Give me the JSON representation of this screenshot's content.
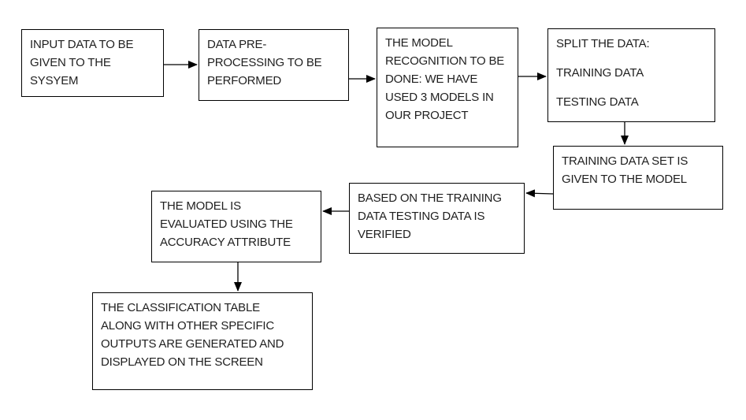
{
  "diagram": {
    "type": "flowchart",
    "background_color": "#ffffff",
    "box_border_color": "#000000",
    "text_color": "#1f1f1f",
    "arrow_color": "#000000",
    "nodes": [
      {
        "id": "input-data",
        "lines": [
          "INPUT DATA TO BE",
          "GIVEN TO THE",
          "SYSYEM"
        ]
      },
      {
        "id": "preprocessing",
        "lines": [
          "DATA PRE-",
          "PROCESSING TO BE",
          "PERFORMED"
        ]
      },
      {
        "id": "model-recognition",
        "lines": [
          "THE MODEL",
          "RECOGNITION TO BE",
          "DONE: WE HAVE",
          "USED 3 MODELS IN",
          "OUR PROJECT"
        ]
      },
      {
        "id": "split-data",
        "lines": [
          "SPLIT THE DATA:",
          "TRAINING DATA",
          "TESTING DATA"
        ]
      },
      {
        "id": "training-given",
        "lines": [
          "TRAINING DATA SET IS",
          "GIVEN TO THE MODEL"
        ]
      },
      {
        "id": "testing-verified",
        "lines": [
          "BASED ON THE TRAINING",
          "DATA TESTING DATA IS",
          "VERIFIED"
        ]
      },
      {
        "id": "model-evaluated",
        "lines": [
          "THE MODEL IS",
          "EVALUATED USING THE",
          "ACCURACY ATTRIBUTE"
        ]
      },
      {
        "id": "output-displayed",
        "lines": [
          "THE CLASSIFICATION TABLE",
          "ALONG WITH OTHER SPECIFIC",
          "OUTPUTS ARE GENERATED AND",
          "DISPLAYED ON THE SCREEN"
        ]
      }
    ],
    "edges": [
      {
        "from": "input-data",
        "to": "preprocessing",
        "direction": "right"
      },
      {
        "from": "preprocessing",
        "to": "model-recognition",
        "direction": "right"
      },
      {
        "from": "model-recognition",
        "to": "split-data",
        "direction": "right"
      },
      {
        "from": "split-data",
        "to": "training-given",
        "direction": "down"
      },
      {
        "from": "training-given",
        "to": "testing-verified",
        "direction": "left"
      },
      {
        "from": "testing-verified",
        "to": "model-evaluated",
        "direction": "left"
      },
      {
        "from": "model-evaluated",
        "to": "output-displayed",
        "direction": "down"
      }
    ]
  }
}
